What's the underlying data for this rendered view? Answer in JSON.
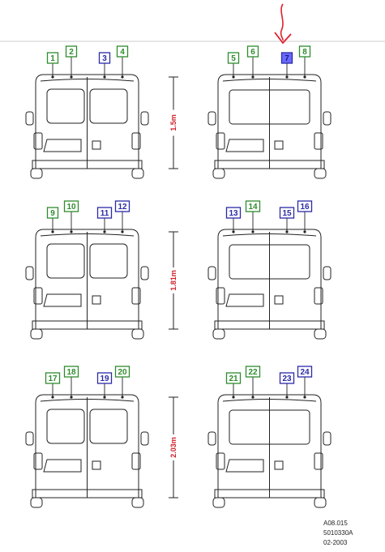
{
  "colors": {
    "green_box": "#2e8b2e",
    "blue_box": "#2a2aa8",
    "highlight_fill": "#6a6aff",
    "dimension_text": "#d0202a",
    "annotation_arrow": "#e0202a",
    "line": "#222222"
  },
  "rows": [
    {
      "dimension": "1.5m",
      "vans": [
        {
          "glazed": false,
          "labels": [
            {
              "text": "1",
              "color": "green"
            },
            {
              "text": "2",
              "color": "green"
            },
            {
              "text": "3",
              "color": "blue"
            },
            {
              "text": "4",
              "color": "green"
            }
          ]
        },
        {
          "glazed": true,
          "labels": [
            {
              "text": "5",
              "color": "green"
            },
            {
              "text": "6",
              "color": "green"
            },
            {
              "text": "7",
              "color": "blue",
              "highlight": true
            },
            {
              "text": "8",
              "color": "green"
            }
          ]
        }
      ]
    },
    {
      "dimension": "1.81m",
      "vans": [
        {
          "glazed": false,
          "labels": [
            {
              "text": "9",
              "color": "green"
            },
            {
              "text": "10",
              "color": "green"
            },
            {
              "text": "11",
              "color": "blue"
            },
            {
              "text": "12",
              "color": "blue"
            }
          ]
        },
        {
          "glazed": true,
          "labels": [
            {
              "text": "13",
              "color": "blue"
            },
            {
              "text": "14",
              "color": "green"
            },
            {
              "text": "15",
              "color": "blue"
            },
            {
              "text": "16",
              "color": "blue"
            }
          ]
        }
      ]
    },
    {
      "dimension": "2.03m",
      "vans": [
        {
          "glazed": false,
          "labels": [
            {
              "text": "17",
              "color": "green"
            },
            {
              "text": "18",
              "color": "green"
            },
            {
              "text": "19",
              "color": "blue"
            },
            {
              "text": "20",
              "color": "green"
            }
          ]
        },
        {
          "glazed": true,
          "labels": [
            {
              "text": "21",
              "color": "green"
            },
            {
              "text": "22",
              "color": "green"
            },
            {
              "text": "23",
              "color": "blue"
            },
            {
              "text": "24",
              "color": "blue"
            }
          ]
        }
      ]
    }
  ],
  "footer": {
    "line1": "A08.015",
    "line2": "5010330A",
    "line3": "02-2003"
  }
}
